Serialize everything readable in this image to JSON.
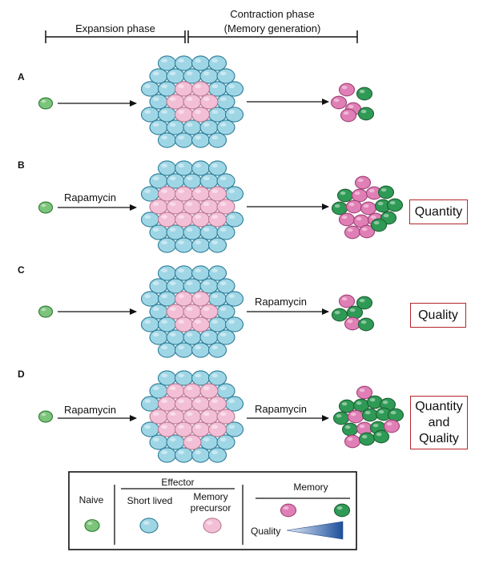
{
  "header": {
    "expansion_label": "Expansion phase",
    "contraction_line1": "Contraction phase",
    "contraction_line2": "(Memory generation)"
  },
  "rows": [
    {
      "id": "A",
      "treatment_expansion": "",
      "treatment_contraction": "",
      "outcome": ""
    },
    {
      "id": "B",
      "treatment_expansion": "Rapamycin",
      "treatment_contraction": "",
      "outcome": "Quantity"
    },
    {
      "id": "C",
      "treatment_expansion": "",
      "treatment_contraction": "Rapamycin",
      "outcome": "Quality"
    },
    {
      "id": "D",
      "treatment_expansion": "Rapamycin",
      "treatment_contraction": "Rapamycin",
      "outcome_lines": [
        "Quantity",
        "and",
        "Quality"
      ]
    }
  ],
  "legend": {
    "naive": "Naive",
    "effector": "Effector",
    "short_lived": "Short lived",
    "memory_precursor_line1": "Memory",
    "memory_precursor_line2": "precursor",
    "memory": "Memory",
    "quality": "Quality"
  },
  "colors": {
    "naive": "#7cc47a",
    "short_lived": "#9fd6e6",
    "memory_precursor": "#f2bfd6",
    "memory_pink": "#e07fb5",
    "memory_green": "#2f9a55",
    "outcome_border": "#b5262b",
    "quality_gradient_start": "#e6eef8",
    "quality_gradient_end": "#1d4f9c"
  }
}
